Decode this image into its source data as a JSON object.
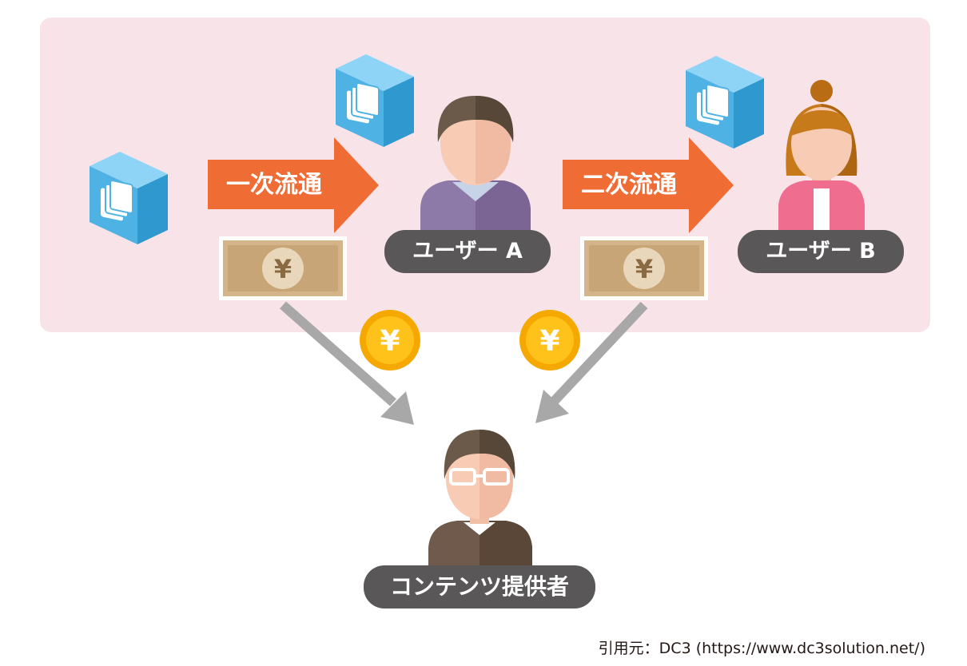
{
  "flows": {
    "primary": "一次流通",
    "secondary": "二次流通"
  },
  "people": {
    "user_a": "ユーザー A",
    "user_b": "ユーザー B",
    "provider": "コンテンツ提供者"
  },
  "currency_symbol": "¥",
  "citation": "引用元：DC3 (https://www.dc3solution.net/)",
  "colors": {
    "panel": "#f7e3e8",
    "flow_arrow": "#ef6c35",
    "label_pill": "#595757",
    "payment_arrow": "#a8a8a8",
    "coin": "#f5a800",
    "banknote": "#d4b58a",
    "content_cube": "#4fb2e5"
  },
  "icons": [
    "content-cube-icon",
    "banknote-icon",
    "coin-icon",
    "user-avatar-icon"
  ]
}
